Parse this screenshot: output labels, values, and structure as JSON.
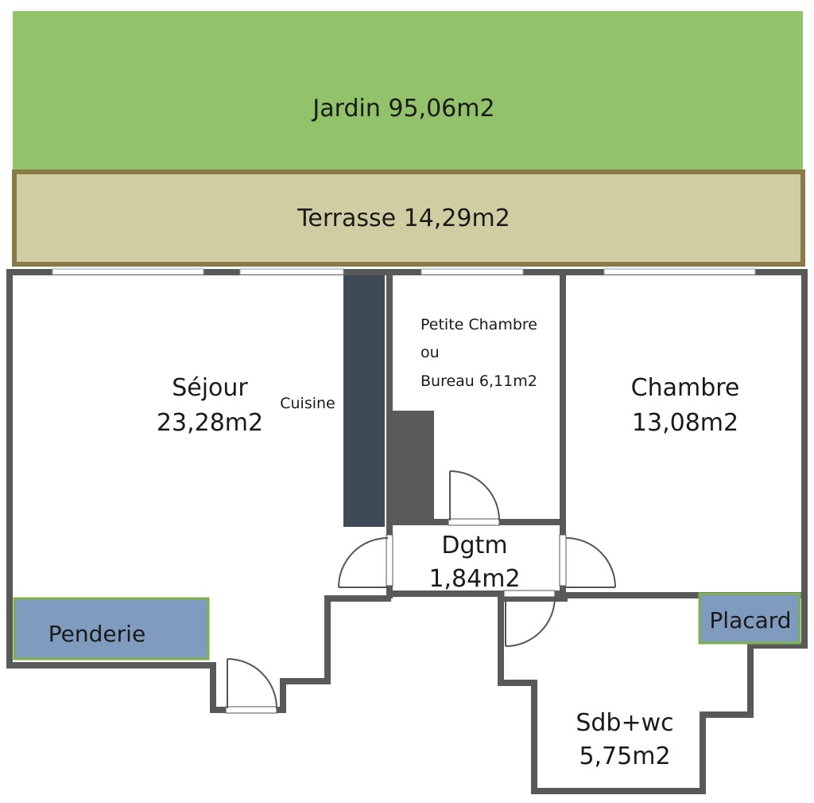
{
  "colors": {
    "garden": "#92c36a",
    "terrace_fill": "#d1cda3",
    "terrace_border": "#8a7a45",
    "wall": "#595959",
    "kitchen_counter": "#3e4a56",
    "storage_fill": "#7f9bbd",
    "storage_border": "#7db24d"
  },
  "rooms": {
    "jardin": "Jardin 95,06m2",
    "terrasse": "Terrasse 14,29m2",
    "sejour_name": "Séjour",
    "sejour_area": "23,28m2",
    "cuisine": "Cuisine",
    "petite_line1": "Petite Chambre",
    "petite_line2": "ou",
    "petite_line3": "Bureau 6,11m2",
    "chambre_name": "Chambre",
    "chambre_area": "13,08m2",
    "dgtm_name": "Dgtm",
    "dgtm_area": "1,84m2",
    "penderie": "Penderie",
    "placard": "Placard",
    "sdb_name": "Sdb+wc",
    "sdb_area": "5,75m2"
  }
}
